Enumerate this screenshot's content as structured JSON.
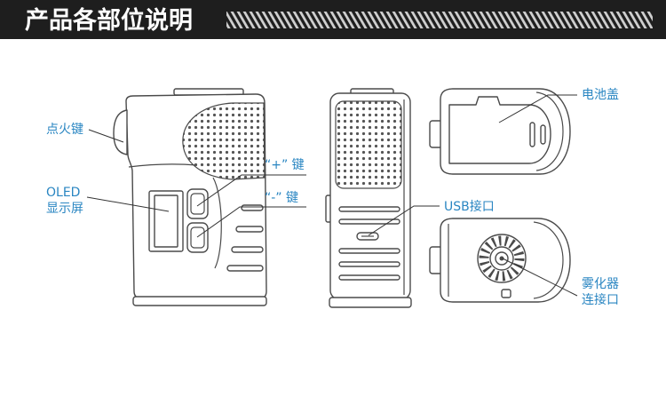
{
  "header": {
    "title": "产品各部位说明"
  },
  "labels": {
    "fire_button": "点火键",
    "oled_line1": "OLED",
    "oled_line2": "显示屏",
    "plus_key": "“+” 键",
    "minus_key": "“-” 键",
    "battery_cover": "电池盖",
    "usb_port": "USB接口",
    "atomizer_line1": "雾化器",
    "atomizer_line2": "连接口"
  },
  "colors": {
    "header_bg": "#1e1e1e",
    "label": "#2a86c2",
    "line_art": "#4a4a4a"
  }
}
